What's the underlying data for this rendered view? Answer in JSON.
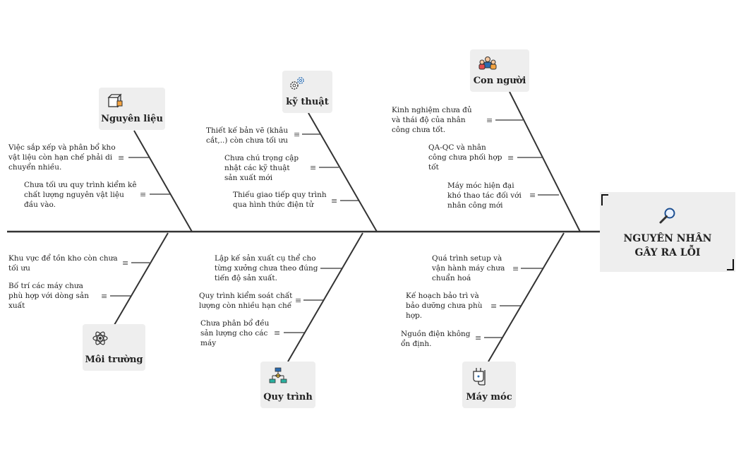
{
  "head": {
    "line1": "NGUYÊN NHÂN",
    "line2": "GÂY RA LỖI",
    "icon": "magnifier-icon"
  },
  "categories": [
    {
      "key": "nguyen-lieu",
      "label": "Nguyên liệu",
      "icon": "box-icon",
      "causes": [
        {
          "lines": [
            "Việc sắp xếp và phân bổ kho",
            "vật liệu còn hạn chế phải di",
            "chuyển nhiều."
          ]
        },
        {
          "lines": [
            "Chưa tối ưu quy trình kiểm kê",
            "chất lượng nguyên vật liệu",
            "đầu vào."
          ]
        }
      ]
    },
    {
      "key": "ky-thuat",
      "label": "kỹ thuật",
      "icon": "gears-icon",
      "causes": [
        {
          "lines": [
            "Thiết kế bản vẽ (khâu",
            "cắt,..) còn chưa tối ưu"
          ]
        },
        {
          "lines": [
            "Chưa chú trọng cập",
            "nhật các kỹ thuật",
            "sản xuất mới"
          ]
        },
        {
          "lines": [
            "Thiếu giao tiếp quy trình",
            "qua hình thức điện tử"
          ]
        }
      ]
    },
    {
      "key": "con-nguoi",
      "label": "Con người",
      "icon": "people-icon",
      "causes": [
        {
          "lines": [
            "Kinh nghiệm chưa đủ",
            "và thái độ của nhân",
            "công chưa tốt."
          ]
        },
        {
          "lines": [
            "QA-QC và nhân",
            "công chưa phối hợp",
            "tốt"
          ]
        },
        {
          "lines": [
            "Máy móc hiện đại",
            "khó thao tác đối với",
            "nhân công mới"
          ]
        }
      ]
    },
    {
      "key": "moi-truong",
      "label": "Môi trường",
      "icon": "atom-icon",
      "causes": [
        {
          "lines": [
            "Khu vực để tồn kho còn chưa",
            "tối ưu"
          ]
        },
        {
          "lines": [
            "Bố trí các máy chưa",
            "phù hợp với dòng sản",
            "xuất"
          ]
        }
      ]
    },
    {
      "key": "quy-trinh",
      "label": "Quy trình",
      "icon": "flowchart-icon",
      "causes": [
        {
          "lines": [
            "Lập kế sản xuất cụ thể cho",
            "từng xưởng chưa theo đúng",
            "tiến độ sản xuất."
          ]
        },
        {
          "lines": [
            "Quy trình kiểm soát chất",
            "lượng còn nhiều hạn chế"
          ]
        },
        {
          "lines": [
            "Chưa phân bổ đều",
            "sản lượng cho các",
            "máy"
          ]
        }
      ]
    },
    {
      "key": "may-moc",
      "label": "Máy móc",
      "icon": "plug-icon",
      "causes": [
        {
          "lines": [
            "Quá trình setup và",
            "vận hành máy chưa",
            "chuẩn hoá"
          ]
        },
        {
          "lines": [
            "Kế hoạch bảo trì và",
            "bảo dưỡng chưa phù",
            "hợp."
          ]
        },
        {
          "lines": [
            "Nguồn điện không",
            "ổn định."
          ]
        }
      ]
    }
  ]
}
